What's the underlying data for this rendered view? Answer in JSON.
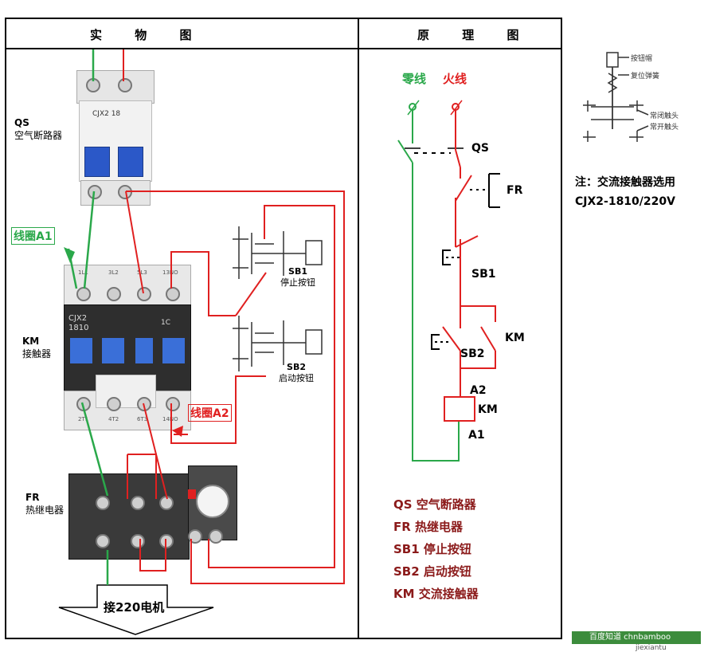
{
  "panels": {
    "left_title": "实 物 图",
    "right_title": "原 理 图"
  },
  "physical": {
    "qs_code": "QS",
    "qs_name": "空气断路器",
    "qs_body_text": "CJX2 18",
    "km_code": "KM",
    "km_name": "接触器",
    "km_model_line1": "CJX2",
    "km_model_line2": "1810",
    "km_top_terms": [
      "1L1",
      "3L2",
      "5L3",
      "13NO"
    ],
    "km_bottom_terms": [
      "2T1",
      "4T2",
      "6T3",
      "14NO"
    ],
    "km_side_text": "1C",
    "fr_code": "FR",
    "fr_name": "热继电器",
    "sb1_code": "SB1",
    "sb1_name": "停止按钮",
    "sb2_code": "SB2",
    "sb2_name": "启动按钮",
    "coil_a1": "线圈A1",
    "coil_a2": "线圈A2",
    "motor_label": "接220电机"
  },
  "schematic": {
    "neutral_label": "零线",
    "live_label": "火线",
    "qs": "QS",
    "fr": "FR",
    "sb1": "SB1",
    "sb2": "SB2",
    "km_contact": "KM",
    "a2": "A2",
    "km_coil": "KM",
    "a1": "A1"
  },
  "legend": [
    {
      "code": "QS",
      "name": "空气断路器"
    },
    {
      "code": "FR",
      "name": "热继电器"
    },
    {
      "code": "SB1",
      "name": "停止按钮"
    },
    {
      "code": "SB2",
      "name": "启动按钮"
    },
    {
      "code": "KM",
      "name": "交流接触器"
    }
  ],
  "button_diagram": {
    "cap": "按钮帽",
    "spring": "复位弹簧",
    "nc": "常闭触头",
    "no": "常开触头"
  },
  "note": {
    "line1": "注：交流接触器选用",
    "line2": "CJX2-1810/220V"
  },
  "watermark": {
    "text": "百度知道 chnbamboo",
    "sub": "jiexiantu"
  },
  "colors": {
    "neutral": "#2aa84a",
    "live": "#e02020",
    "legend_text": "#8b1a1a",
    "contactor_body": "#e8e8e8",
    "contactor_blue": "#3a6fd8",
    "breaker_blue": "#2b58c8",
    "relay_body": "#3a3a3a"
  }
}
